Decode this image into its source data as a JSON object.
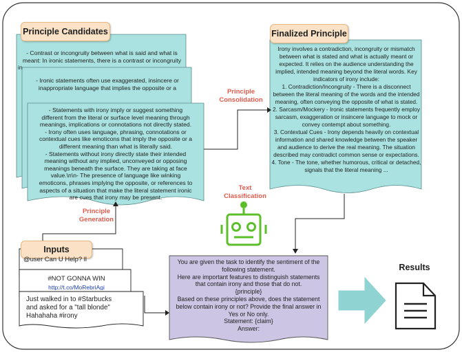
{
  "candidates": {
    "title": "Principle Candidates",
    "card1_lines": [
      "- Contrast or incongruity between what is said and what is",
      "meant: In ironic statements, there is a contrast or incongruity",
      "in"
    ],
    "card2_lines": [
      "- Ironic statements often use exaggerated, insincere or",
      "inappropriate language that implies the opposite or a"
    ],
    "card3_lines": [
      "- Statements with irony imply or suggest something",
      "different from the literal or surface level meaning through",
      "meanings, implications or connotations not directly stated.",
      "- Irony often uses language, phrasing, connotations or",
      "contextual cues like emoticons that imply the opposite or a",
      "different meaning than what is literally said.",
      "- Statements without irony directly state their intended",
      "meaning without any implied, unconveyed or opposing",
      "meanings beneath the surface. They are taking at face",
      "value.\\n\\n- The presence of language like winking",
      "emoticons, phrases implying the opposite, or references to",
      "aspects of a situation that make the literal statement ironic",
      "are cues that irony may be present."
    ]
  },
  "labels": {
    "consolidation": [
      "Principle",
      "Consolidation"
    ],
    "generation": [
      "Principle",
      "Generation"
    ],
    "classification": [
      "Text",
      "Classification"
    ]
  },
  "finalized": {
    "title": "Finalized Principle",
    "lines": [
      "Irony involves a contradiction, incongruity or mismatch",
      "between what is stated and what is actually meant or",
      "expected. It relies on the audience understanding the",
      "implied, intended meaning beyond the literal words. Key",
      "indicators of irony include:",
      "1. Contradiction/Incongruity - There is a disconnect",
      "between the literal meaning of the words and the intended",
      "meaning, often conveying the opposite of what is stated.",
      "2. Sarcasm/Mockery - Ironic statements frequently employ",
      "sarcasm, exaggeration or insincere language to mock or",
      "convey contempt about something.",
      "3. Contextual Cues - Irony depends heavily on contextual",
      "information and shared knowledge between the speaker",
      "and audience to derive the real meaning. The situation",
      "described may contradict common sense or expectations.",
      "4. Tone - The tone, whether humorous, critical or detached,",
      "signals that the literal meaning ..."
    ]
  },
  "inputs": {
    "title": "Inputs",
    "tweet1": "@user Can U Help? ll",
    "tweet2": "#NOT GONNA WIN",
    "tweet2_link": "http://t.co/MoRebriAgi",
    "tweet3_lines": [
      "Just walked in to #Starbucks",
      "and asked for a \"tall blonde\"",
      "Hahahaha #irony"
    ]
  },
  "prompt": {
    "lines": [
      "You are given the task to identify the sentiment of the",
      "following statement.",
      "Here are important features to distinguish statements",
      "that contain irony and those that do not.",
      "{principle}",
      "Based on these principles above, does the statement",
      "below contain irony or not? Provide the final answer in",
      "Yes or No only.",
      "Statement: {claim}",
      "Answer:"
    ]
  },
  "results": {
    "title": "Results"
  },
  "colors": {
    "card_fill": "#a9e2e0",
    "badge_fill": "#fbe2c6",
    "prompt_fill": "#ccc6e4",
    "robot": "#5cbf2a",
    "label_red": "#e45a4c",
    "arrow_teal": "#8fd3d3"
  },
  "icons": [
    "robot-icon",
    "document-icon",
    "arrow-right-icon"
  ]
}
